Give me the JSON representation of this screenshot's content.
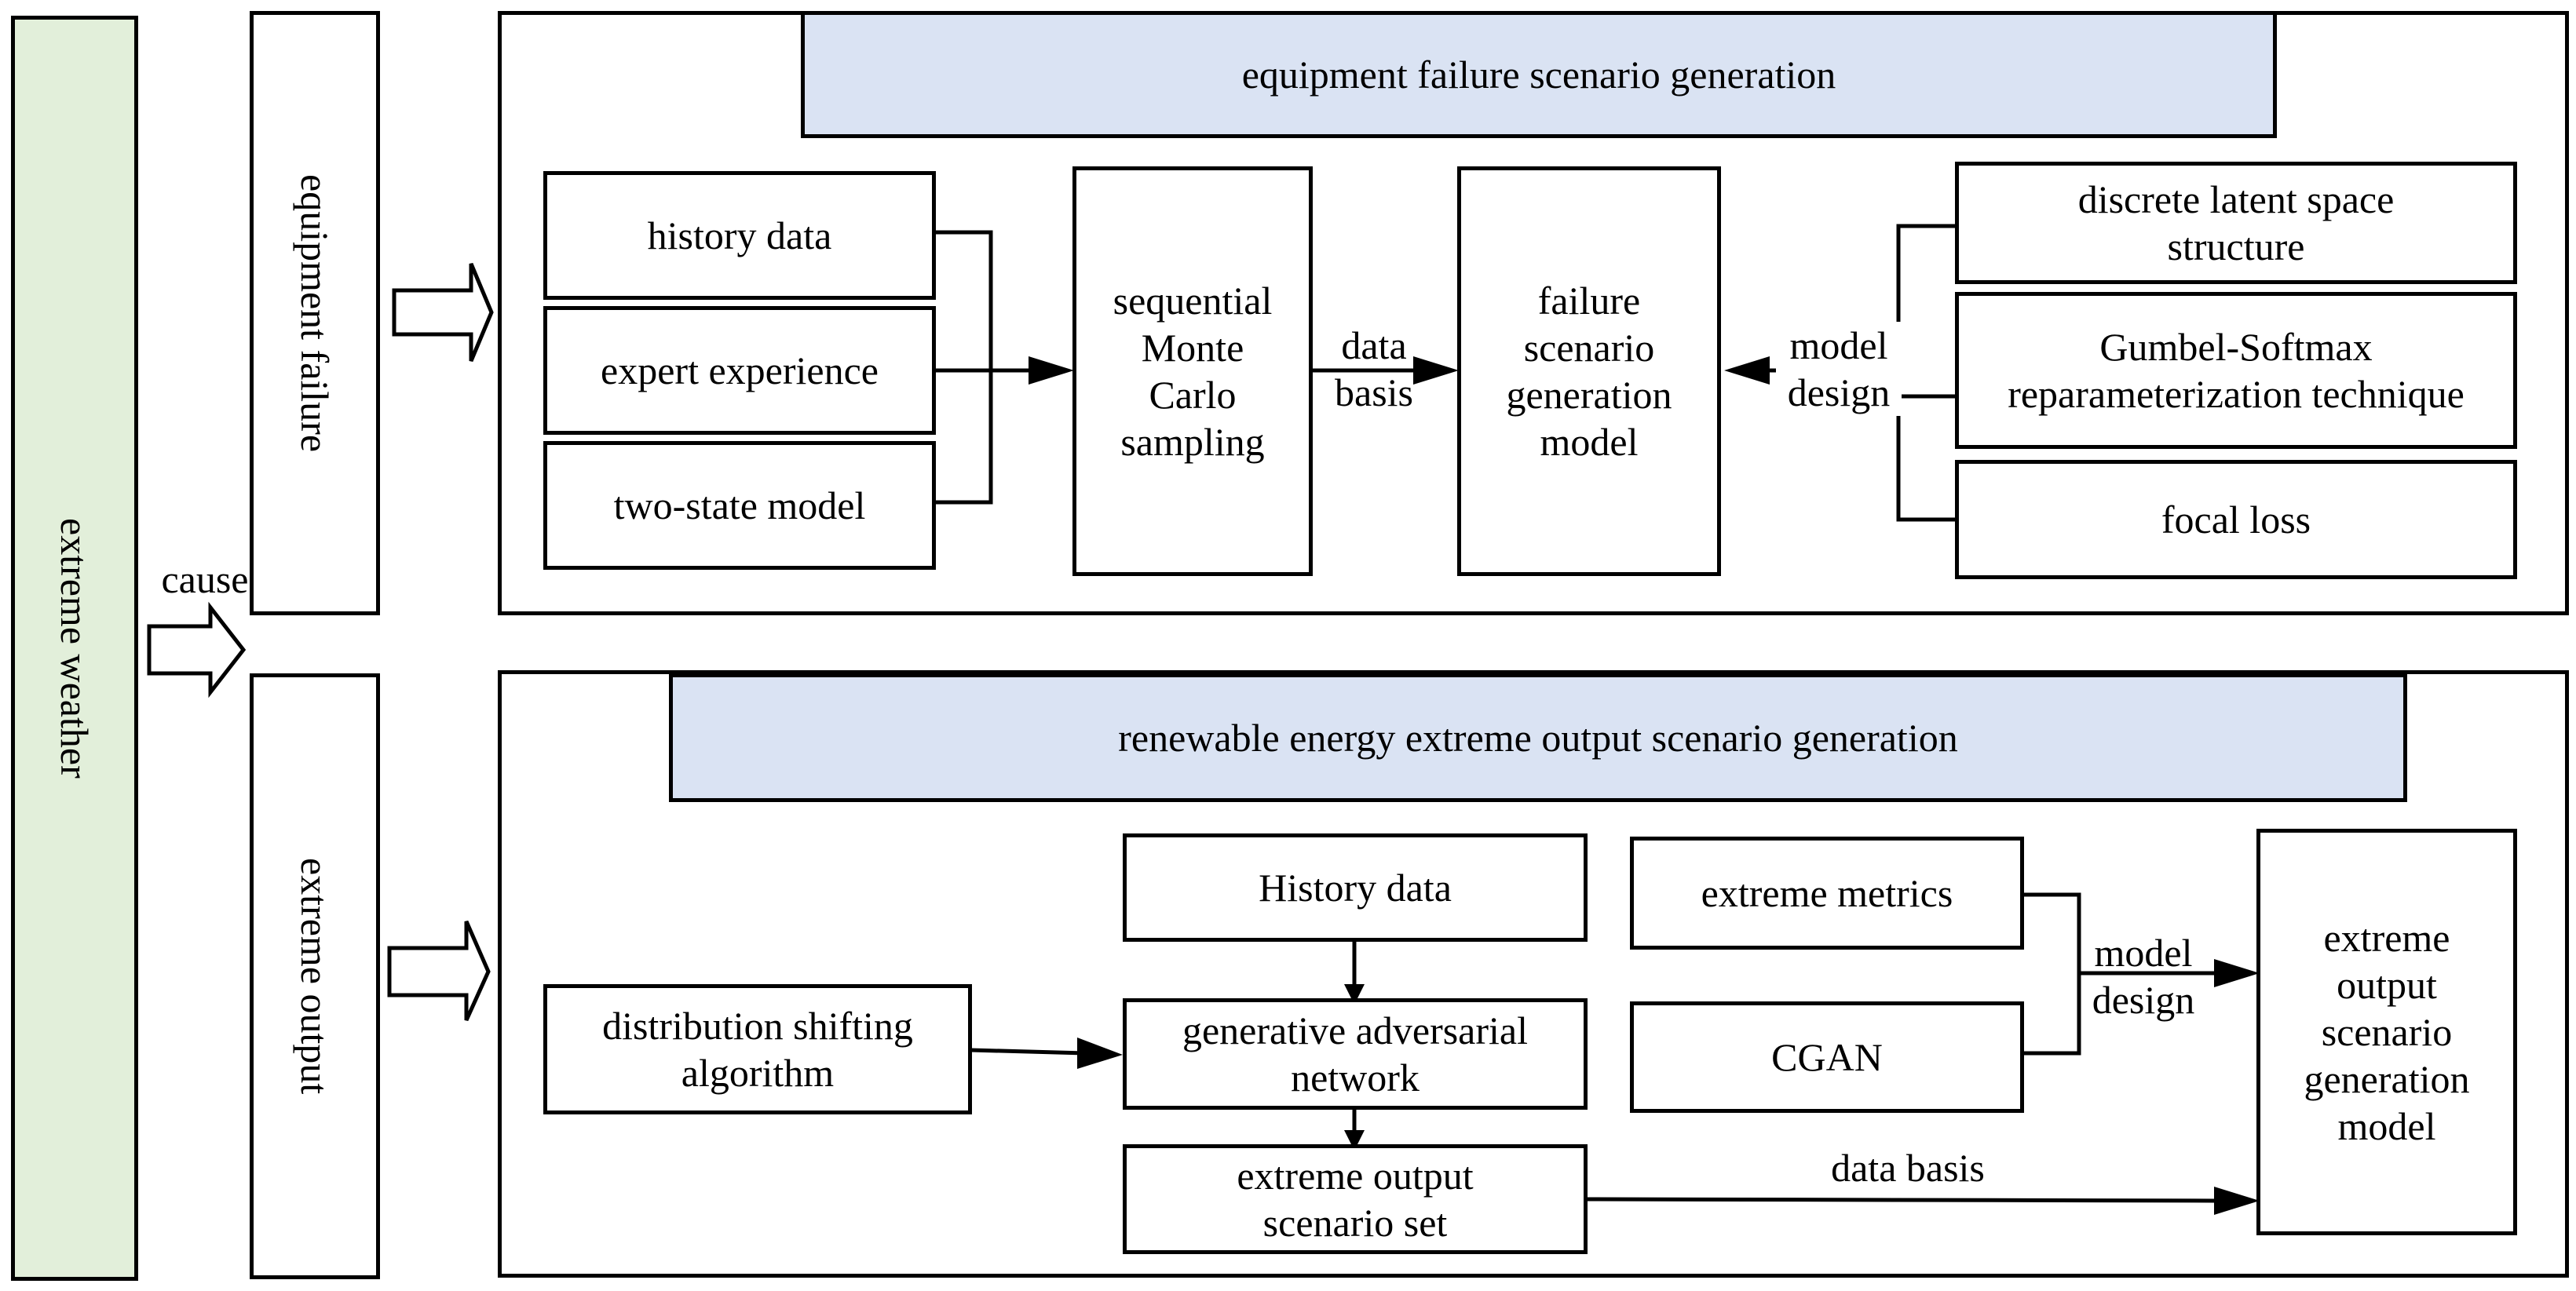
{
  "left_bar": {
    "label": "extreme weather"
  },
  "cause_label": "cause",
  "equipment_failure": {
    "side_label": "equipment failure",
    "title": "equipment failure scenario generation",
    "inputs": [
      "history data",
      "expert experience",
      "two-state model"
    ],
    "sampling": "sequential\nMonte\nCarlo\nsampling",
    "data_basis": "data\nbasis",
    "model": "failure\nscenario\ngeneration\nmodel",
    "model_design": "model\ndesign",
    "techniques": [
      "discrete latent space\nstructure",
      "Gumbel-Softmax\nreparameterization technique",
      "focal loss"
    ]
  },
  "extreme_output": {
    "side_label": "extreme output",
    "title": "renewable energy extreme output scenario generation",
    "history": "History data",
    "shifting": "distribution shifting\nalgorithm",
    "gan": "generative adversarial\nnetwork",
    "scenario_set": "extreme output\nscenario set",
    "metrics": "extreme metrics",
    "cgan": "CGAN",
    "model_design": "model\ndesign",
    "data_basis": "data basis",
    "model": "extreme\noutput\nscenario\ngeneration\nmodel"
  }
}
